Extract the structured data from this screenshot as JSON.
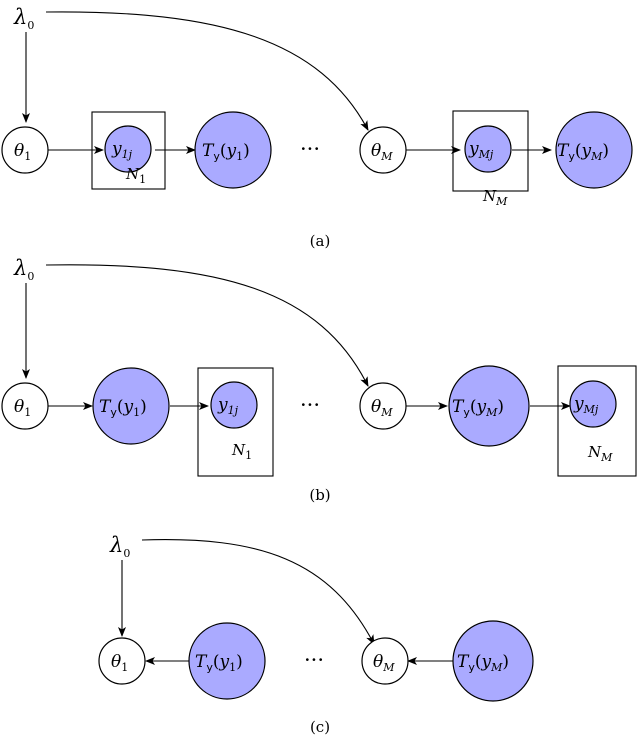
{
  "panels": [
    {
      "caption": "(a)",
      "hyper": {
        "sym": "λ",
        "sub": "0"
      },
      "theta1": {
        "sym": "θ",
        "sub": "1"
      },
      "y1": {
        "sym": "y",
        "sub": "1j"
      },
      "ty1": {
        "pre": "T",
        "sub": "y",
        "arg_open": "(",
        "arg": "y",
        "arg_sub": "1",
        "arg_close": ")"
      },
      "plate1": {
        "sym": "N",
        "sub": "1"
      },
      "dots": "···",
      "thetaM": {
        "sym": "θ",
        "sub": "M"
      },
      "yM": {
        "sym": "y",
        "sub": "Mj"
      },
      "tyM": {
        "pre": "T",
        "sub": "y",
        "arg_open": "(",
        "arg": "y",
        "arg_sub": "M",
        "arg_close": ")"
      },
      "plateM": {
        "sym": "N",
        "sub": "M"
      }
    },
    {
      "caption": "(b)",
      "hyper": {
        "sym": "λ",
        "sub": "0"
      },
      "theta1": {
        "sym": "θ",
        "sub": "1"
      },
      "y1": {
        "sym": "y",
        "sub": "1j"
      },
      "ty1": {
        "pre": "T",
        "sub": "y",
        "arg_open": "(",
        "arg": "y",
        "arg_sub": "1",
        "arg_close": ")"
      },
      "plate1": {
        "sym": "N",
        "sub": "1"
      },
      "dots": "···",
      "thetaM": {
        "sym": "θ",
        "sub": "M"
      },
      "yM": {
        "sym": "y",
        "sub": "Mj"
      },
      "tyM": {
        "pre": "T",
        "sub": "y",
        "arg_open": "(",
        "arg": "y",
        "arg_sub": "M",
        "arg_close": ")"
      },
      "plateM": {
        "sym": "N",
        "sub": "M"
      }
    },
    {
      "caption": "(c)",
      "hyper": {
        "sym": "λ",
        "sub": "0"
      },
      "theta1": {
        "sym": "θ",
        "sub": "1"
      },
      "ty1": {
        "pre": "T",
        "sub": "y",
        "arg_open": "(",
        "arg": "y",
        "arg_sub": "1",
        "arg_close": ")"
      },
      "dots": "···",
      "thetaM": {
        "sym": "θ",
        "sub": "M"
      },
      "tyM": {
        "pre": "T",
        "sub": "y",
        "arg_open": "(",
        "arg": "y",
        "arg_sub": "M",
        "arg_close": ")"
      }
    }
  ],
  "colors": {
    "observed": "#aaaaff",
    "latent": "#ffffff",
    "stroke": "#000000"
  }
}
